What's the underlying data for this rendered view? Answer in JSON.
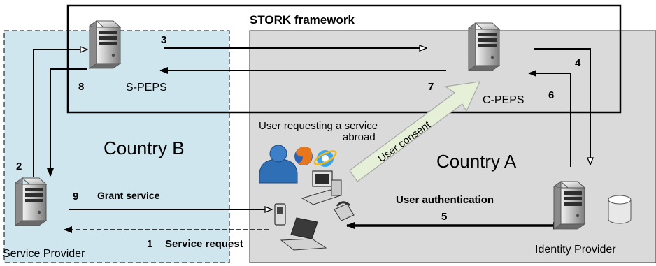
{
  "framework": {
    "title": "STORK framework"
  },
  "regions": {
    "country_b": {
      "label": "Country B",
      "fill": "#cfe6ee"
    },
    "country_a": {
      "label": "Country A",
      "fill": "#dadada"
    }
  },
  "nodes": {
    "s_peps": {
      "label": "S-PEPS",
      "icon": "server-icon"
    },
    "c_peps": {
      "label": "C-PEPS",
      "icon": "server-icon"
    },
    "service_provider": {
      "label": "Service Provider",
      "icon": "server-icon"
    },
    "identity_provider": {
      "label": "Identity Provider",
      "icon": "server-with-database-icon"
    },
    "user": {
      "label_line1": "User requesting a service",
      "label_line2": "abroad",
      "icons": [
        "user-icon",
        "firefox-icon",
        "internet-explorer-icon",
        "desktop-computer-icon",
        "mobile-phone-icon",
        "laptop-icon",
        "telephone-icon"
      ]
    }
  },
  "steps": {
    "s1": {
      "number": "1",
      "label": "Service request"
    },
    "s2": {
      "number": "2"
    },
    "s3": {
      "number": "3"
    },
    "s4": {
      "number": "4"
    },
    "s5": {
      "number": "5",
      "label": "User authentication"
    },
    "s6": {
      "number": "6"
    },
    "s7": {
      "number": "7"
    },
    "s8": {
      "number": "8"
    },
    "s9": {
      "number": "9",
      "label": "Grant service"
    },
    "consent": {
      "label": "User consent"
    }
  },
  "colors": {
    "consent_arrow_fill": "#e6f0d8",
    "consent_arrow_stroke": "#a8a8a8",
    "line": "#000000"
  }
}
